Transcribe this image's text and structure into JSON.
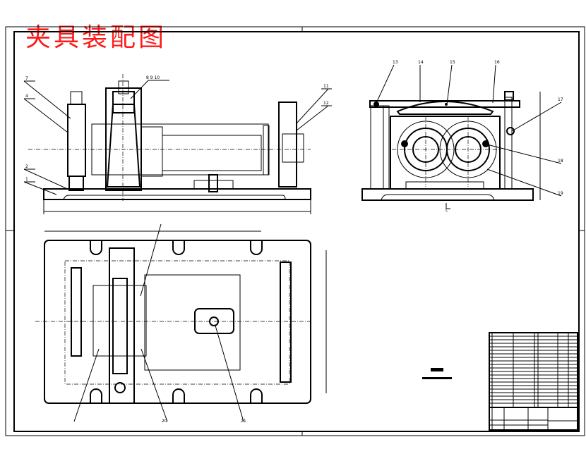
{
  "drawing": {
    "title": "夹具装配图",
    "title_color": "#ff1a1a",
    "balloons_front": [
      "7",
      "4",
      "2",
      "1",
      "8 9 10",
      "11",
      "12"
    ],
    "balloons_side": [
      "13",
      "14",
      "15",
      "16",
      "17",
      "18",
      "19"
    ],
    "balloons_top": [
      "20",
      "21"
    ],
    "side_view_label": "L"
  }
}
